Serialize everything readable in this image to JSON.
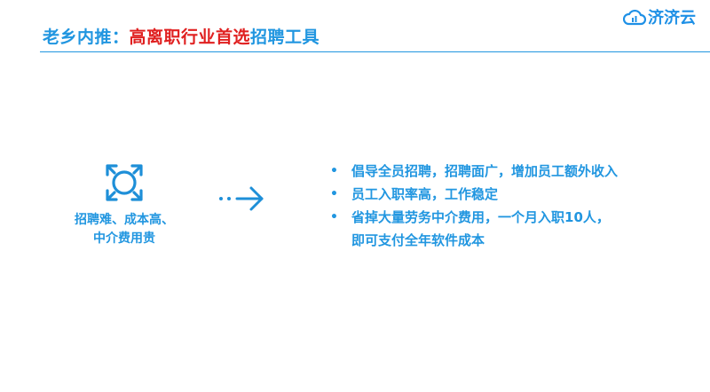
{
  "header": {
    "title_part1": "老乡内推：",
    "title_part2": "高离职行业首选",
    "title_part3": "招聘工具",
    "blue_color": "#2196e0",
    "red_color": "#e02020"
  },
  "logo": {
    "icon": "cloud-icon",
    "text": "济济云"
  },
  "pain": {
    "icon": "expand-arrows-icon",
    "line1": "招聘难、成本高、",
    "line2": "中介费用贵"
  },
  "arrow": {
    "icon": "right-arrow-icon"
  },
  "benefits": {
    "bullet_symbol": "•",
    "item1": "倡导全员招聘，招聘面广，增加员工额外收入",
    "item2": "员工入职率高，工作稳定",
    "item3_line1": "省掉大量劳务中介费用，一个月入职10人，",
    "item3_line2": "即可支付全年软件成本"
  }
}
